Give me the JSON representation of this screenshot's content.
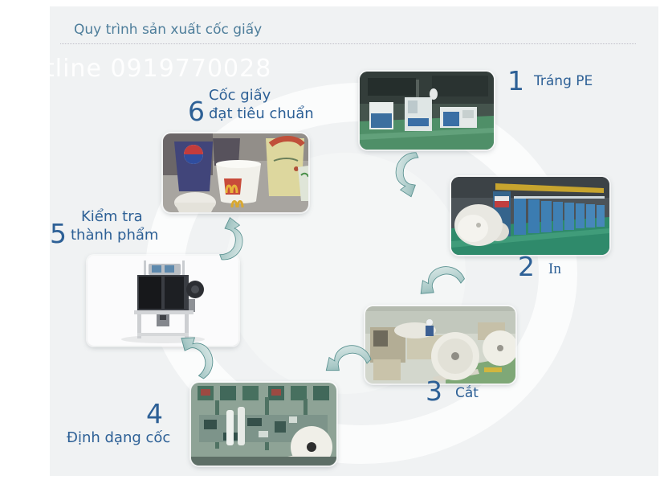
{
  "header": {
    "title": "Quy trình sản xuất cốc giấy"
  },
  "watermark": {
    "text": "tline 0919770028"
  },
  "steps": [
    {
      "number": "1",
      "label": "Tráng PE",
      "photo": "pe-coating-line-photo"
    },
    {
      "number": "2",
      "label": "In",
      "photo": "printing-press-photo"
    },
    {
      "number": "3",
      "label": "Cắt",
      "photo": "paper-roll-cutting-photo"
    },
    {
      "number": "4",
      "label": "Định dạng cốc",
      "photo": "cup-forming-machine-photo"
    },
    {
      "number": "5",
      "label_line1": "Kiểm tra",
      "label_line2": "thành phẩm",
      "photo": "inspection-machine-photo"
    },
    {
      "number": "6",
      "label_line1": "Cốc giấy",
      "label_line2": "đạt tiêu chuẩn",
      "photo": "finished-paper-cups-photo"
    }
  ],
  "icons": {
    "arrows": [
      "flow-arrow-1-to-2",
      "flow-arrow-2-to-3",
      "flow-arrow-3-to-4",
      "flow-arrow-4-to-5",
      "flow-arrow-5-to-6"
    ]
  },
  "colors": {
    "title": "#4e7e9b",
    "step_text": "#2d6096",
    "arrow_teal": "#5f9e9e",
    "page_bg": "#f0f2f3"
  }
}
